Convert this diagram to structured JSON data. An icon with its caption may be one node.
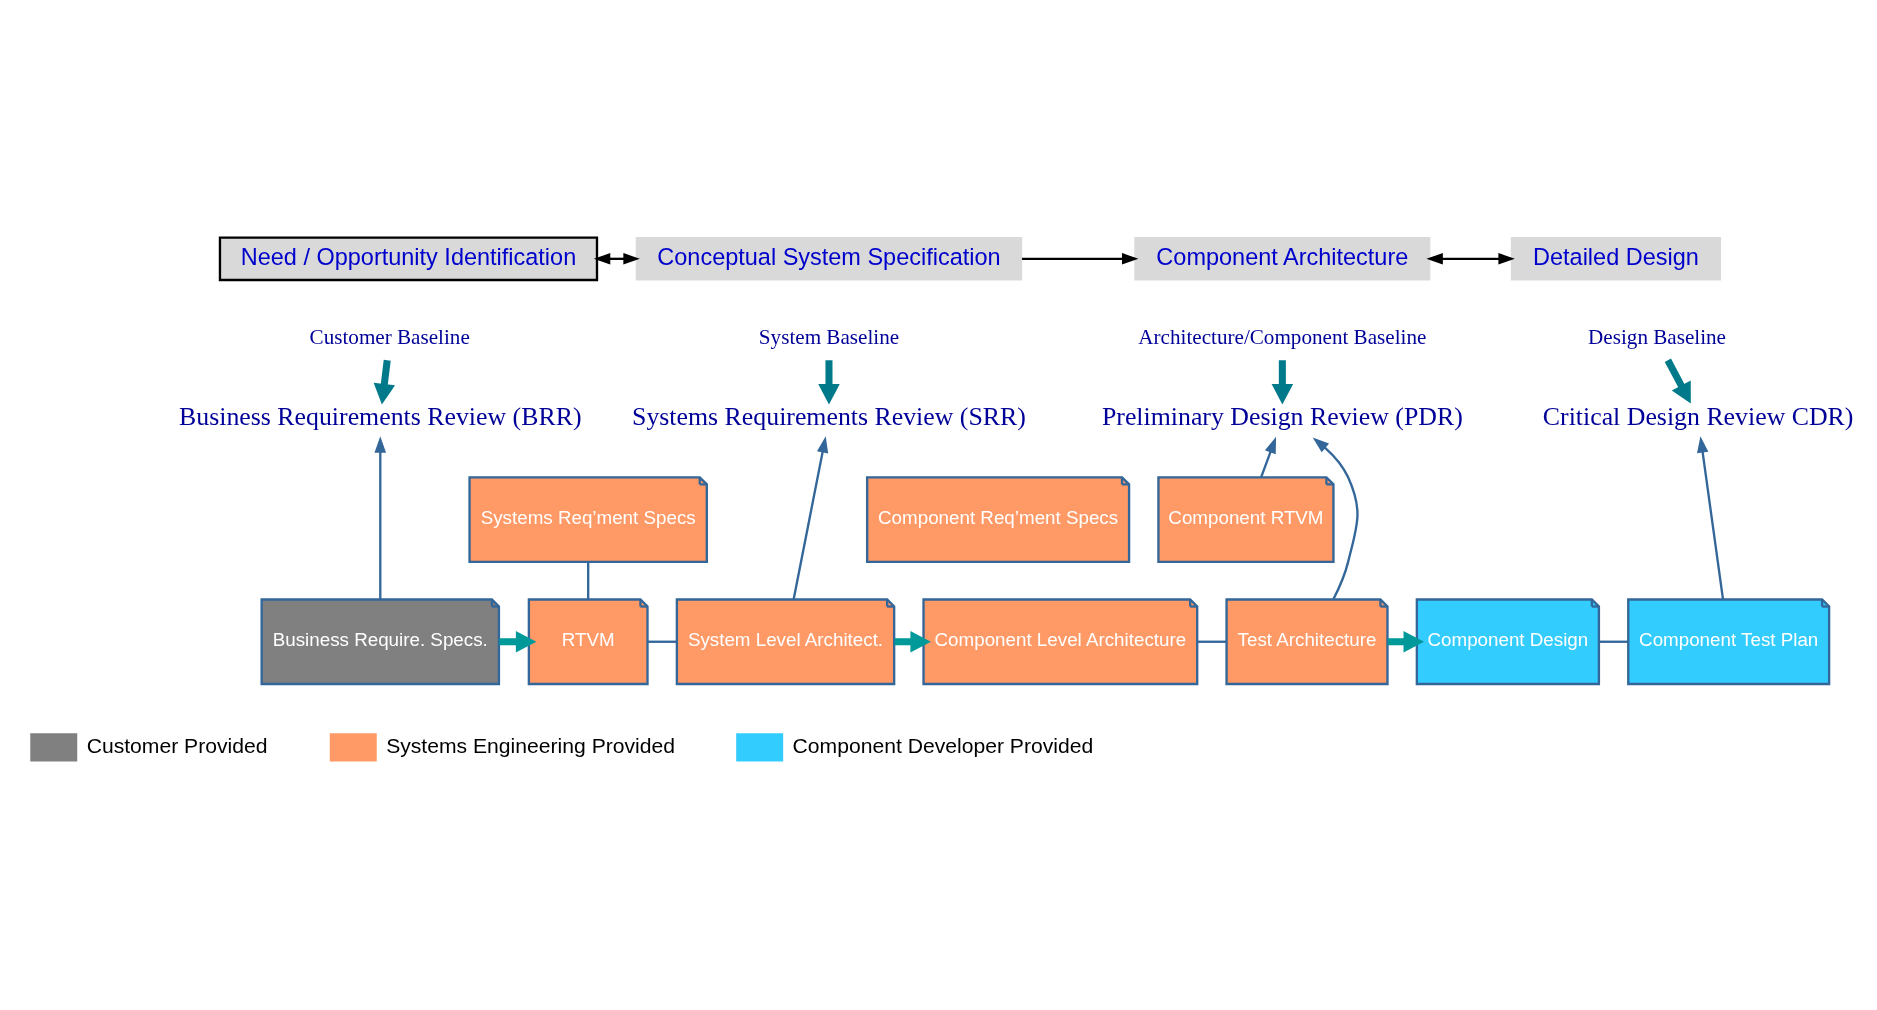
{
  "diagram": {
    "nodes": [
      {
        "text": [
          "Need / Opportunity Identification"
        ]
      },
      {
        "text": [
          "Conceptual System Specification"
        ]
      },
      {
        "text": [
          "Component Architecture"
        ]
      },
      {
        "text": [
          "Detailed Design"
        ]
      },
      {
        "text": [
          "Customer Baseline"
        ]
      },
      {
        "text": [
          "Business Requirements Review (BRR)"
        ]
      },
      {
        "text": [
          "System Baseline"
        ]
      },
      {
        "text": [
          "Systems Requirements Review (SRR)"
        ]
      },
      {
        "text": [
          "Architecture/Component Baseline"
        ]
      },
      {
        "text": [
          "Preliminary Design Review (PDR)"
        ]
      },
      {
        "text": [
          "Design Baseline"
        ]
      },
      {
        "text": [
          "Critical Design Review CDR)"
        ]
      },
      {
        "text": [
          "Business Require. Specs."
        ]
      },
      {
        "text": [
          "Systems Req’ment Specs"
        ]
      },
      {
        "text": [
          "RTVM"
        ]
      },
      {
        "text": [
          "System Level Architect."
        ]
      },
      {
        "text": [
          "Component Req’ment Specs"
        ]
      },
      {
        "text": [
          "Component RTVM"
        ]
      },
      {
        "text": [
          "Component Level Architecture"
        ]
      },
      {
        "text": [
          "Test Architecture"
        ]
      },
      {
        "text": [
          "Component Design"
        ]
      },
      {
        "text": [
          "Component Test Plan"
        ]
      }
    ],
    "edges": [
      {
        "from": 0,
        "to": 1,
        "arrow": "both",
        "color": "#000000"
      },
      {
        "from": 1,
        "to": 2,
        "arrow": "to",
        "color": "#000000"
      },
      {
        "from": 2,
        "to": 3,
        "arrow": "both",
        "color": "#000000"
      },
      {
        "from": 4,
        "to": 5,
        "arrow": "to",
        "style": "thick",
        "color": "#007a8a"
      },
      {
        "from": 6,
        "to": 7,
        "arrow": "to",
        "style": "thick",
        "color": "#007a8a"
      },
      {
        "from": 8,
        "to": 9,
        "arrow": "to",
        "style": "thick",
        "color": "#007a8a"
      },
      {
        "from": 10,
        "to": 11,
        "arrow": "to",
        "style": "thick",
        "color": "#007a8a"
      },
      {
        "from": 12,
        "to": 5,
        "arrow": "to",
        "color": "#336699"
      },
      {
        "from": 15,
        "to": 7,
        "arrow": "to",
        "color": "#336699"
      },
      {
        "from": 17,
        "to": 9,
        "arrow": "to",
        "color": "#336699"
      },
      {
        "from": 19,
        "to": 9,
        "arrow": "to",
        "color": "#336699"
      },
      {
        "from": 21,
        "to": 11,
        "arrow": "to",
        "color": "#336699"
      },
      {
        "from": 13,
        "to": 14,
        "arrow": "none",
        "color": "#336699"
      },
      {
        "from": 14,
        "to": 15,
        "arrow": "none",
        "color": "#336699"
      },
      {
        "from": 18,
        "to": 19,
        "arrow": "none",
        "color": "#336699"
      },
      {
        "from": 20,
        "to": 21,
        "arrow": "none",
        "color": "#336699"
      },
      {
        "from": 12,
        "to": 14,
        "arrow": "to",
        "style": "thick",
        "color": "#009999"
      },
      {
        "from": 15,
        "to": 18,
        "arrow": "to",
        "style": "thick",
        "color": "#009999"
      },
      {
        "from": 19,
        "to": 20,
        "arrow": "to",
        "style": "thick",
        "color": "#009999"
      }
    ],
    "legend": [
      {
        "text": "Customer Provided",
        "color": "#808080"
      },
      {
        "text": "Systems Engineering Provided",
        "color": "#ff9966"
      },
      {
        "text": "Component Developer Provided",
        "color": "#33ccff"
      }
    ]
  }
}
